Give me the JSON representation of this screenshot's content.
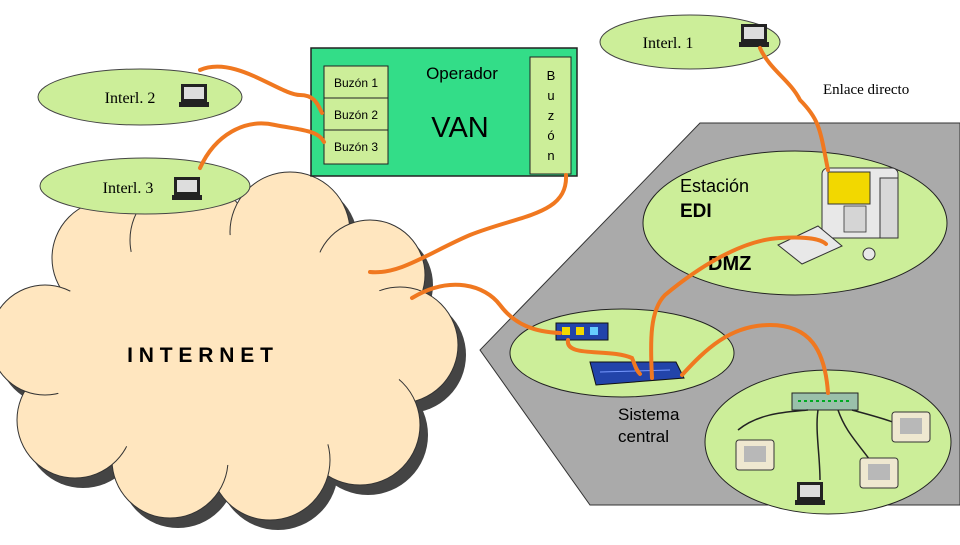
{
  "interlocutors": {
    "interl1": "Interl. 1",
    "interl2": "Interl. 2",
    "interl3": "Interl. 3"
  },
  "van": {
    "operator_label": "Operador",
    "title": "VAN",
    "mailboxes": [
      "Buzón 1",
      "Buzón 2",
      "Buzón 3"
    ],
    "vertical_mailbox_letters": [
      "B",
      "u",
      "z",
      "ó",
      "n"
    ]
  },
  "internet": {
    "label": "I N T E R N E T"
  },
  "direct_link": {
    "label": "Enlace directo"
  },
  "edi_station": {
    "line1": "Estación",
    "line2": "EDI"
  },
  "dmz": {
    "label": "DMZ"
  },
  "central_system": {
    "line1": "Sistema",
    "line2": "central"
  },
  "colors": {
    "link_cable": "#f07820",
    "oval_fill": "#ccee99",
    "van_box_fill": "#33dd88",
    "mailbox_fill": "#ccee99",
    "internet_cloud": "#ffe6bf",
    "zone_floor": "#aaaaaa"
  }
}
